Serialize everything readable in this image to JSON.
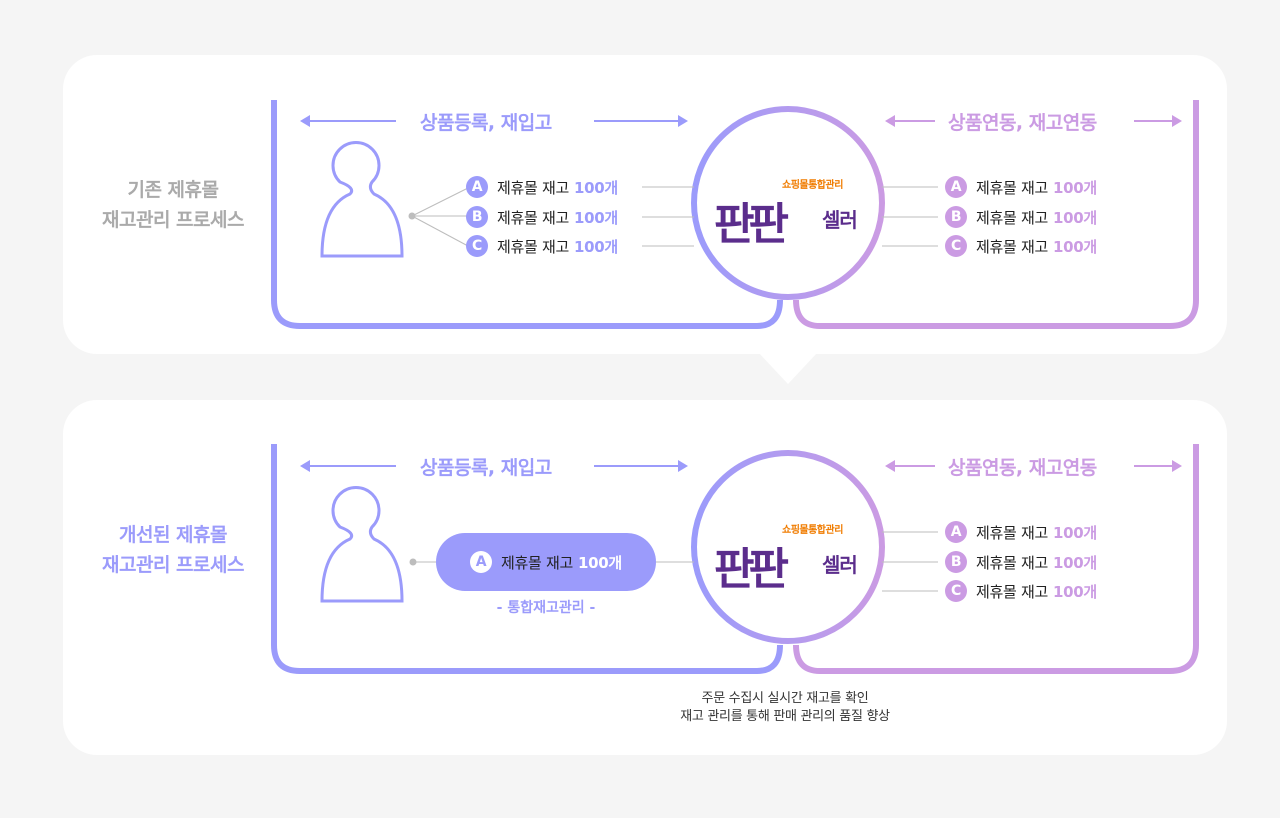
{
  "colors": {
    "background": "#f5f5f5",
    "card": "#ffffff",
    "accent_blue": "#9b9bfb",
    "accent_violet": "#cb9be3",
    "logo_purple": "#5b2d8c",
    "logo_orange": "#f07c00",
    "muted_gray": "#aaaaaa"
  },
  "logo": {
    "subtitle": "쇼핑몰통합관리",
    "main": "판판",
    "suffix": "셀러"
  },
  "existing_process": {
    "label_line1": "기존 제휴몰",
    "label_line2": "재고관리 프로세스",
    "left_heading": "상품등록, 재입고",
    "right_heading": "상품연동, 재고연동",
    "left_items": [
      {
        "badge": "A",
        "text": "제휴몰 재고",
        "count": "100개"
      },
      {
        "badge": "B",
        "text": "제휴몰 재고",
        "count": "100개"
      },
      {
        "badge": "C",
        "text": "제휴몰 재고",
        "count": "100개"
      }
    ],
    "right_items": [
      {
        "badge": "A",
        "text": "제휴몰 재고",
        "count": "100개"
      },
      {
        "badge": "B",
        "text": "제휴몰 재고",
        "count": "100개"
      },
      {
        "badge": "C",
        "text": "제휴몰 재고",
        "count": "100개"
      }
    ]
  },
  "improved_process": {
    "label_line1": "개선된 제휴몰",
    "label_line2": "재고관리 프로세스",
    "left_heading": "상품등록, 재입고",
    "right_heading": "상품연동, 재고연동",
    "pill": {
      "badge": "A",
      "text": "제휴몰 재고",
      "count": "100개"
    },
    "pill_caption": "- 통합재고관리 -",
    "right_items": [
      {
        "badge": "A",
        "text": "제휴몰 재고",
        "count": "100개"
      },
      {
        "badge": "B",
        "text": "제휴몰 재고",
        "count": "100개"
      },
      {
        "badge": "C",
        "text": "제휴몰 재고",
        "count": "100개"
      }
    ],
    "footnote_line1": "주문 수집시 실시간 재고를 확인",
    "footnote_line2": "재고 관리를 통해 판매 관리의 품질 향상"
  }
}
